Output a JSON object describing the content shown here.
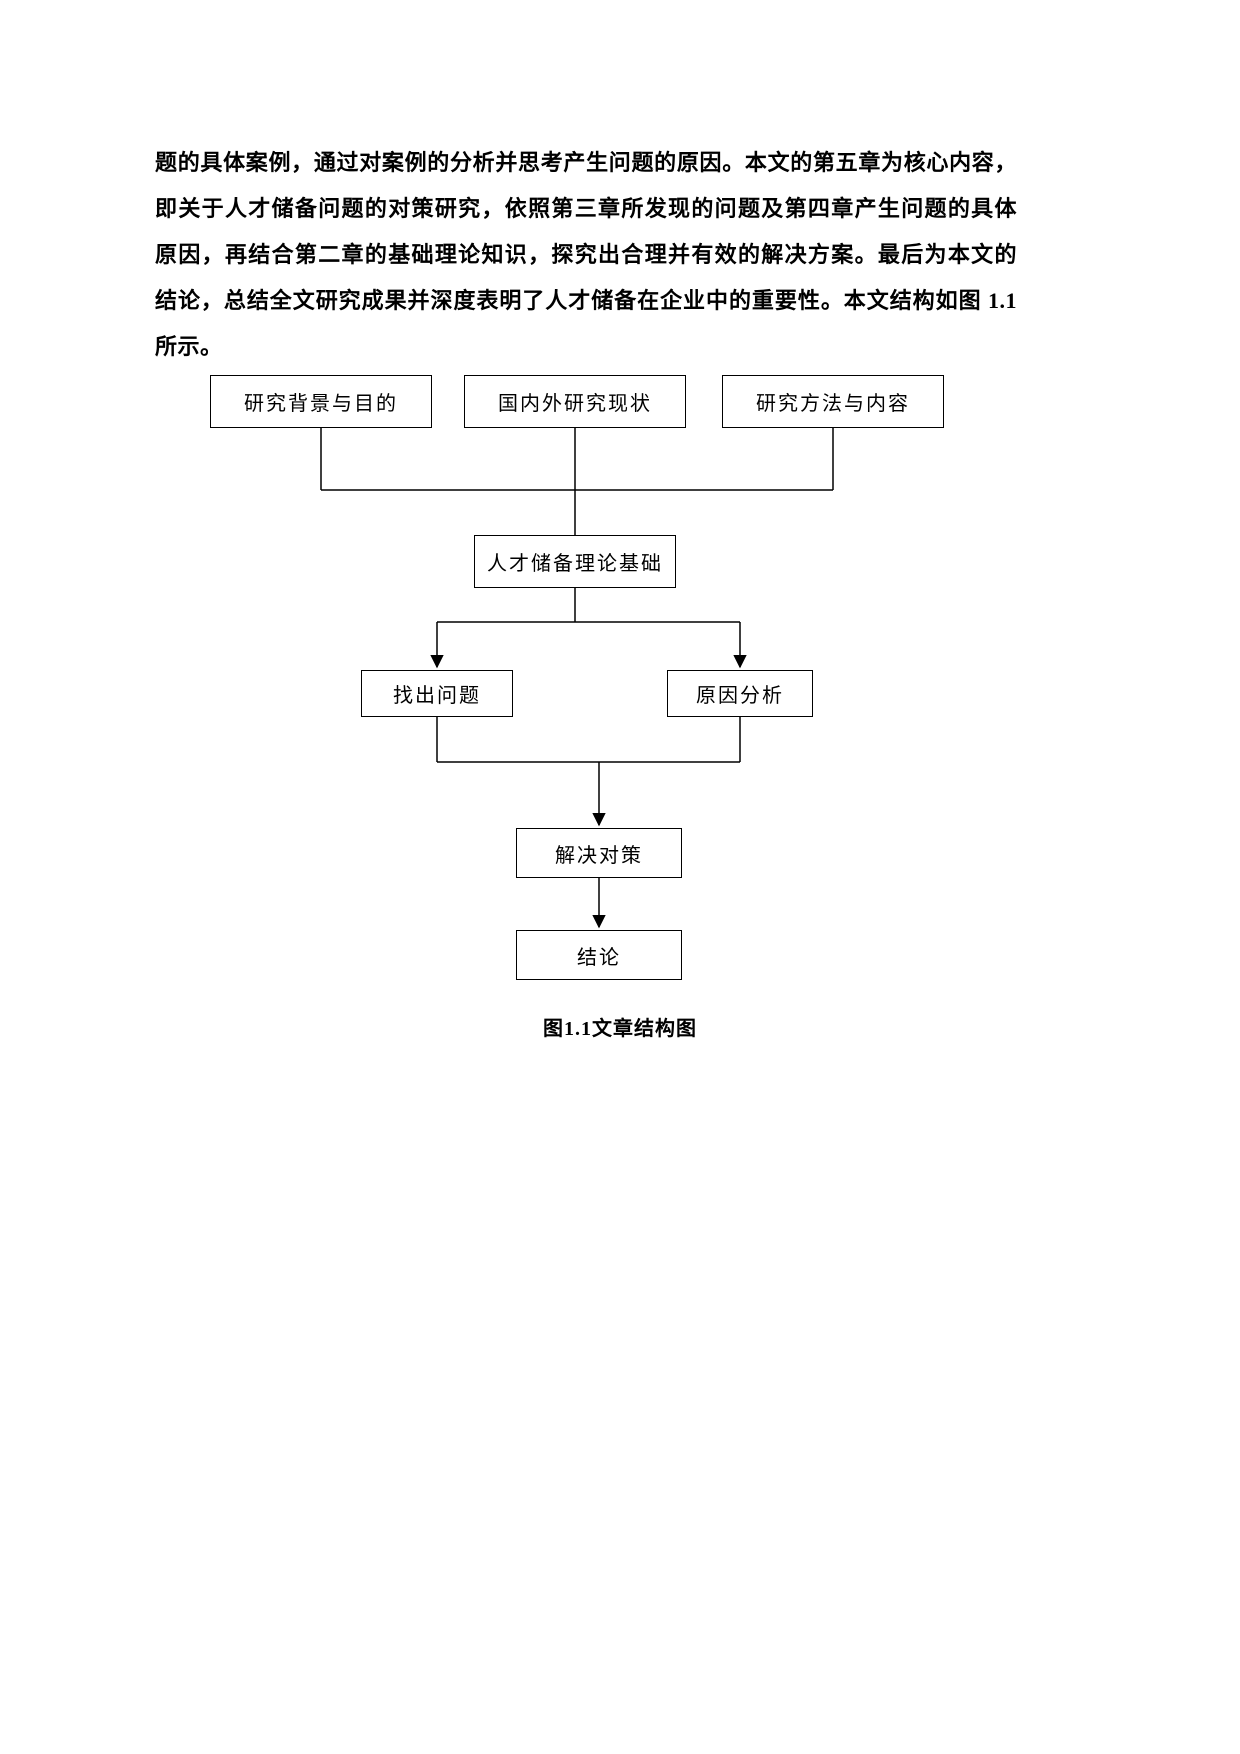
{
  "page": {
    "paragraph_lines": [
      "题的具体案例，通过对案例的分析并思考产生问题的原因。本文的第五章为核心内容，",
      "即关于人才储备问题的对策研究，依照第三章所发现的问题及第四章产生问题的具体",
      "原因，再结合第二章的基础理论知识，探究出合理并有效的解决方案。最后为本文的",
      "结论，总结全文研究成果并深度表明了人才储备在企业中的重要性。本文结构如图 1.1",
      "所示。"
    ]
  },
  "figure": {
    "caption": "图1.1文章结构图",
    "nodes": {
      "background": "研究背景与目的",
      "status": "国内外研究现状",
      "methods": "研究方法与内容",
      "theory": "人才储备理论基础",
      "problems": "找出问题",
      "causes": "原因分析",
      "solutions": "解决对策",
      "conclusion": "结论"
    },
    "edges": [
      {
        "from": "background",
        "to": "theory"
      },
      {
        "from": "status",
        "to": "theory"
      },
      {
        "from": "methods",
        "to": "theory"
      },
      {
        "from": "theory",
        "to": "problems"
      },
      {
        "from": "theory",
        "to": "causes"
      },
      {
        "from": "problems",
        "to": "solutions"
      },
      {
        "from": "causes",
        "to": "solutions"
      },
      {
        "from": "solutions",
        "to": "conclusion"
      }
    ]
  }
}
